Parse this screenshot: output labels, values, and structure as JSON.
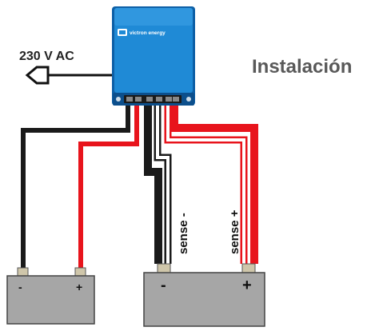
{
  "title": "Instalación",
  "ac_label": "230 V AC",
  "device": {
    "brand_text": "victron energy",
    "body_color": "#1f8ad6",
    "body_dark_color": "#0d5fa6"
  },
  "sense_labels": {
    "negative": "sense -",
    "positive": "sense +"
  },
  "battery_small": {
    "minus_label": "-",
    "plus_label": "+"
  },
  "battery_large": {
    "minus_label": "-",
    "plus_label": "+"
  },
  "colors": {
    "positive_wire": "#e8141c",
    "negative_wire": "#1a1a1a",
    "sense_wire_outline": "#1a1a1a",
    "battery_fill": "#a6a6a6",
    "terminal_fill": "#cfc6aa",
    "title_color": "#595959"
  }
}
